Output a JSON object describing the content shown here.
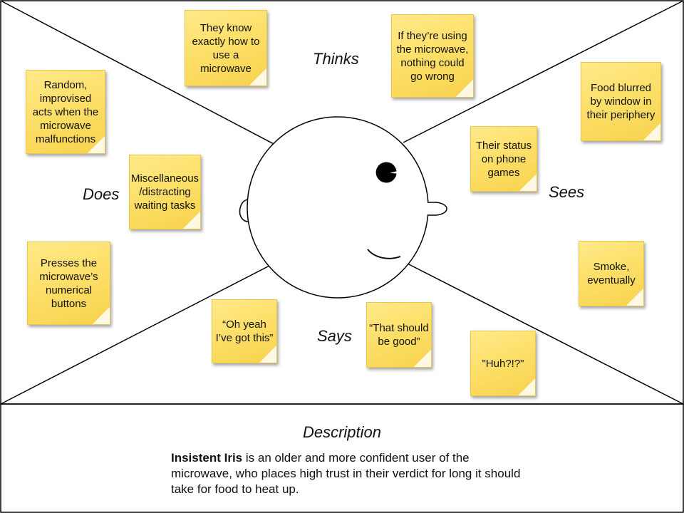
{
  "quadrant_labels": {
    "thinks": "Thinks",
    "sees": "Sees",
    "says": "Says",
    "does": "Does"
  },
  "notes": {
    "thinks_1": "They know exactly how to use a microwave",
    "thinks_2": "If they’re using the microwave, nothing could go wrong",
    "sees_1": "Food blurred by window in their periphery",
    "sees_2": "Their status on phone games",
    "sees_3": "Smoke, eventually",
    "says_1": "“Oh yeah I’ve got this”",
    "says_2": "“That should be good”",
    "says_3": "\"Huh?!?\"",
    "does_1": "Random, improvised acts when the microwave malfunctions",
    "does_2": "Miscellaneous /distracting waiting tasks",
    "does_3": "Presses the microwave’s numerical buttons"
  },
  "description": {
    "title": "Description",
    "persona_name": "Insistent Iris",
    "text": " is an older and more confident user of the microwave, who places high trust in their verdict for long it should take for food to heat up."
  },
  "colors": {
    "note_yellow": "#fde06a",
    "lines": "#000000",
    "background": "#ffffff"
  }
}
